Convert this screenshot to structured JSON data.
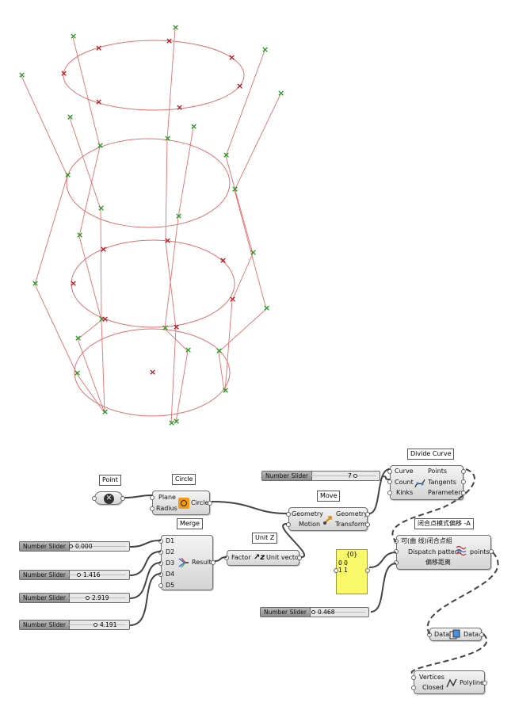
{
  "viewport_markers": {
    "green_color": "#1a9b1a",
    "red_color": "#b5161b",
    "curve_color": "#e07070"
  },
  "components": {
    "point": {
      "label": "Point"
    },
    "circle": {
      "label": "Circle",
      "inputs": [
        "Plane",
        "Radius"
      ],
      "output": "Circle"
    },
    "merge": {
      "label": "Merge",
      "inputs": [
        "D1",
        "D2",
        "D3",
        "D4",
        "D5"
      ],
      "output": "Result"
    },
    "unit_z": {
      "label": "Unit Z",
      "input": "Factor",
      "output": "Unit vector"
    },
    "move": {
      "label": "Move",
      "inputs": [
        "Geometry",
        "Motion"
      ],
      "outputs": [
        "Geometry",
        "Transform"
      ]
    },
    "divide": {
      "label": "Divide Curve",
      "inputs": [
        "Curve",
        "Count",
        "Kinks"
      ],
      "outputs": [
        "Points",
        "Tangents",
        "Parameters"
      ]
    },
    "closed": {
      "label": "闭合点模式偏移 -A",
      "inputs": [
        "可(曲 线)闭合点組",
        "Dispatch pattern",
        "偏移距离"
      ],
      "output": "points"
    },
    "panel": {
      "header": "{0}",
      "rows": [
        "0  0",
        "1  1"
      ],
      "color": "#f8f86a"
    },
    "data": {
      "input": "Data",
      "output": "Data"
    },
    "polyline": {
      "inputs": [
        "Vertices",
        "Closed"
      ],
      "output": "Polyline"
    }
  },
  "sliders": {
    "count": {
      "name": "Number Slider",
      "value": "7"
    },
    "d1": {
      "name": "Number Slider",
      "value": "0.000"
    },
    "d2": {
      "name": "Number Slider",
      "value": "1.416"
    },
    "d3": {
      "name": "Number Slider",
      "value": "2.919"
    },
    "d4": {
      "name": "Number Slider",
      "value": "4.191"
    },
    "offset": {
      "name": "Number Slider",
      "value": "0.468"
    }
  }
}
